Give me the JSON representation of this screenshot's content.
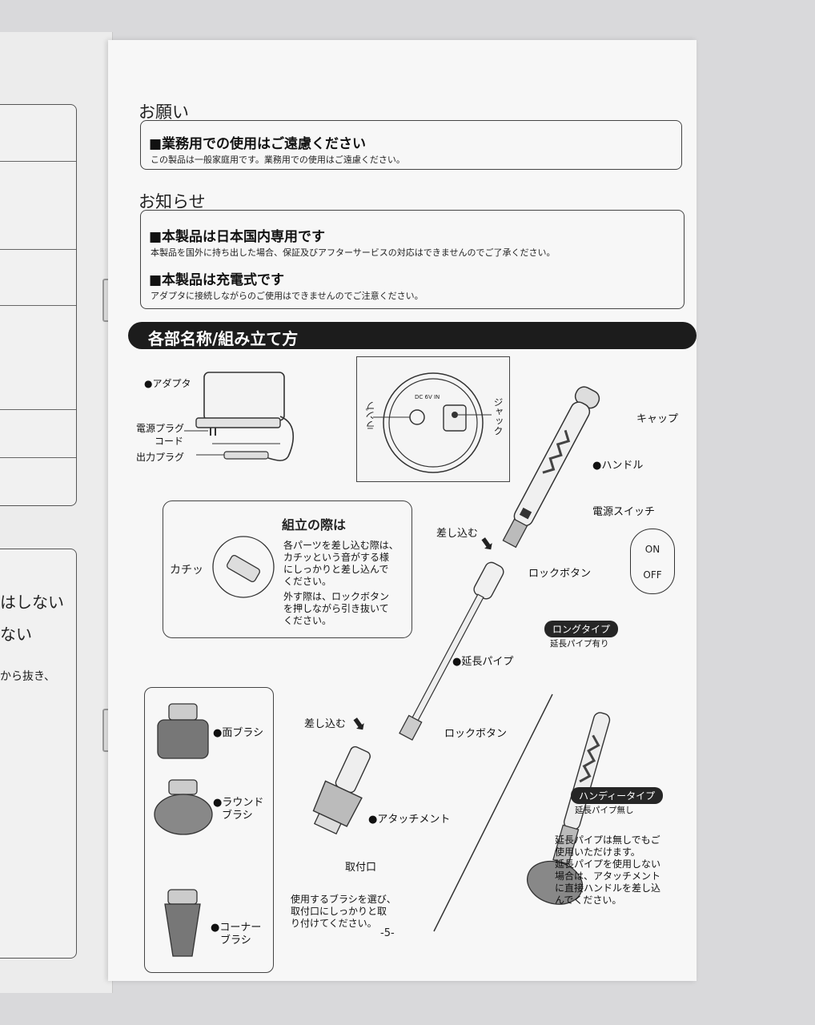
{
  "left_page": {
    "line1": "はしない",
    "line2": "ない",
    "line3": "から抜き、"
  },
  "sections": {
    "request_title": "お願い",
    "request_head": "■業務用での使用はご遠慮ください",
    "request_body": "この製品は一般家庭用です。業務用での使用はご遠慮ください。",
    "notice_title": "お知らせ",
    "notice_head1": "■本製品は日本国内専用です",
    "notice_body1": "本製品を国外に持ち出した場合、保証及びアフターサービスの対応はできませんのでご了承ください。",
    "notice_head2": "■本製品は充電式です",
    "notice_body2": "アダプタに接続しながらのご使用はできませんのでご注意ください。"
  },
  "banner": {
    "title": "各部名称/組み立て方"
  },
  "adapter": {
    "title": "●アダプタ",
    "plug": "電源プラグ",
    "cord": "コード",
    "out_plug": "出力プラグ"
  },
  "port": {
    "lamp": "ランプ",
    "jack": "ジャック",
    "spec": "DC 6V IN"
  },
  "handle": {
    "cap": "キャップ",
    "handle": "●ハンドル",
    "switch": "電源スイッチ",
    "lock1": "ロックボタン",
    "push1": "差し込む",
    "on": "ON",
    "off": "OFF"
  },
  "callout": {
    "title": "組立の際は",
    "click": "カチッ",
    "p1": [
      "各パーツを差し込む際は、",
      "カチッという音がする様",
      "にしっかりと差し込んで",
      "ください。"
    ],
    "p2": [
      "外す際は、ロックボタン",
      "を押しながら引き抜いて",
      "ください。"
    ]
  },
  "long_type": {
    "badge": "ロングタイプ",
    "note": "延長パイプ有り"
  },
  "pipe": {
    "label": "●延長パイプ",
    "lock2": "ロックボタン",
    "push2": "差し込む"
  },
  "brushes": {
    "face": "●面ブラシ",
    "round1": "●ラウンド",
    "round2": "ブラシ",
    "corner1": "●コーナー",
    "corner2": "ブラシ"
  },
  "attachment": {
    "label": "●アタッチメント",
    "mount": "取付口",
    "instr": [
      "使用するブラシを選び、",
      "取付口にしっかりと取",
      "り付けてください。"
    ]
  },
  "handy": {
    "badge": "ハンディータイプ",
    "note": "延長パイプ無し",
    "text": [
      "延長パイプは無しでもご",
      "使用いただけます。",
      "延長パイプを使用しない",
      "場合は、アタッチメント",
      "に直接ハンドルを差し込",
      "んでください。"
    ]
  },
  "page_number": "-5-"
}
